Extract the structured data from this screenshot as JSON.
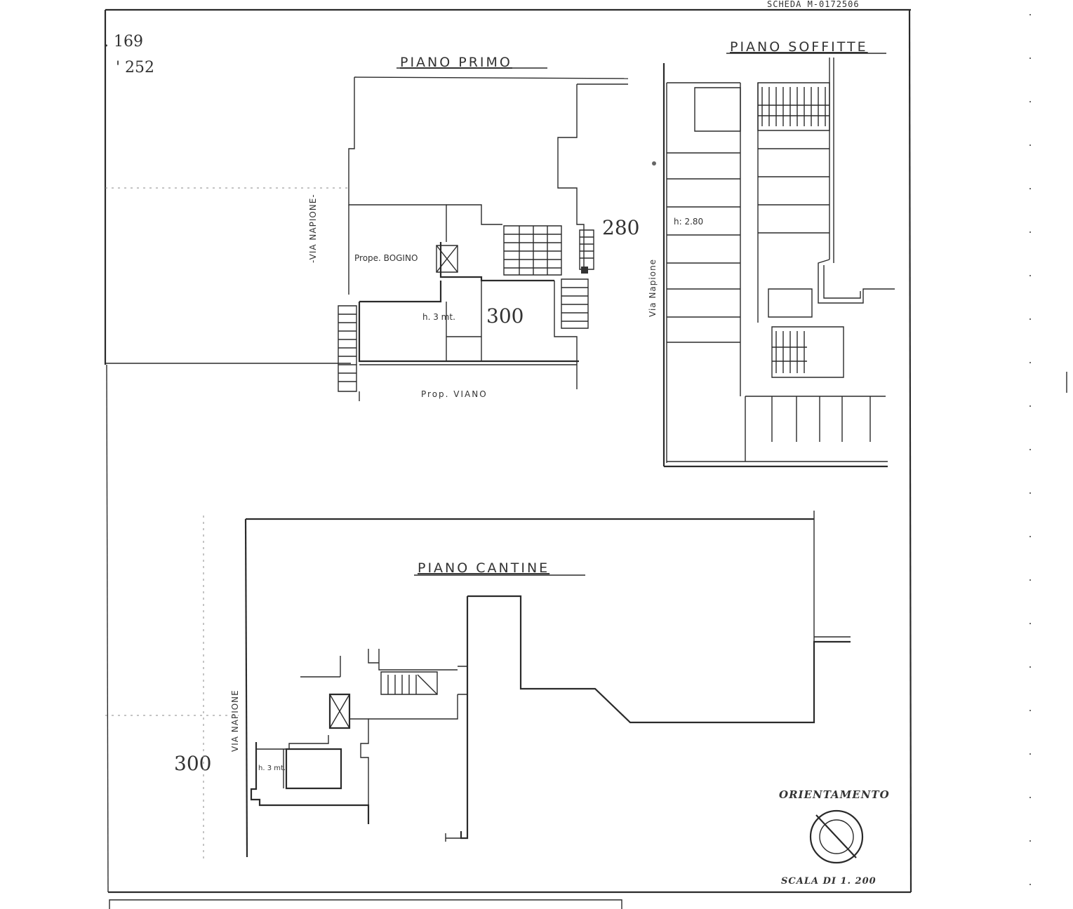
{
  "header": {
    "scheda": "SCHEDA M-0172506"
  },
  "corner_refs": {
    "fg": ". 169",
    "part": "' 252"
  },
  "floors": {
    "primo": {
      "title": "PIANO PRIMO",
      "street": "-VIA NAPIONE-",
      "neighbor_left": "Prope. BOGINO",
      "neighbor_bottom": "Prop. VIANO",
      "height_label": "h. 3 mt.",
      "height_hand": "300"
    },
    "soffitte": {
      "title": "PIANO SOFFITTE",
      "street": "Via Napione",
      "height_label": "h: 2.80",
      "height_hand": "280"
    },
    "cantine": {
      "title": "PIANO CANTINE",
      "street": "VIA NAPIONE",
      "height_label": "h. 3 mt.",
      "height_hand": "300"
    }
  },
  "legend": {
    "orientation": "ORIENTAMENTO",
    "scale": "SCALA DI 1. 200"
  }
}
